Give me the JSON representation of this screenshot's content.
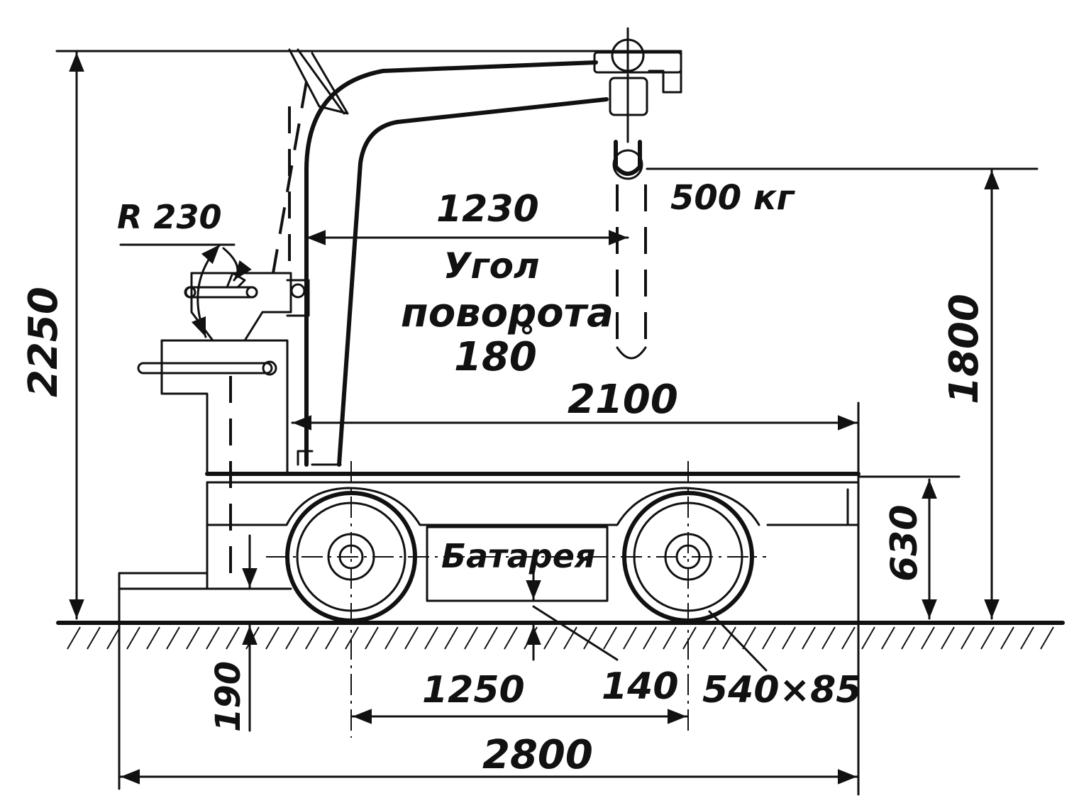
{
  "labels": {
    "total_height": "2250",
    "jib_reach": "1230",
    "load": "500 кг",
    "hook_height": "1800",
    "radius": "R 230",
    "slew_angle_line1": "Угол",
    "slew_angle_line2": "поворота",
    "slew_angle_line3": "180",
    "slew_angle_degree": "°",
    "platform_length": "2100",
    "platform_height": "630",
    "battery": "Батарея",
    "fork_height": "190",
    "wheelbase": "1250",
    "ground_clearance": "140",
    "wheel_size": "540×85",
    "overall_length": "2800"
  }
}
